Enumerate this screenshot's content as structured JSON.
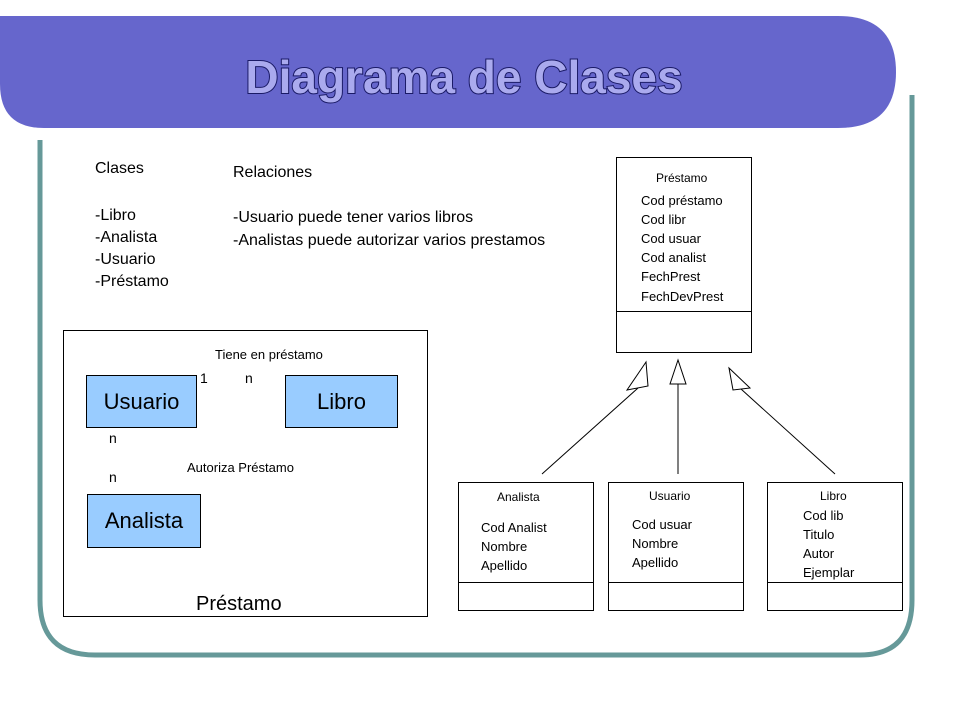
{
  "slide": {
    "title": "Diagrama de Clases",
    "colors": {
      "banner": "#6666cc",
      "frame": "#669999",
      "title_fill": "#aaaaee",
      "class_fill": "#99ccff"
    }
  },
  "clases": {
    "heading": "Clases",
    "items": [
      "-Libro",
      "-Analista",
      "-Usuario",
      "-Préstamo"
    ]
  },
  "relaciones": {
    "heading": "Relaciones",
    "items": [
      "-Usuario puede tener varios libros",
      "-Analistas puede autorizar varios prestamos"
    ]
  },
  "package": {
    "label": "Préstamo",
    "assoc_label": "Tiene en préstamo",
    "mult_left": "1",
    "mult_right": "n",
    "usuario": "Usuario",
    "libro": "Libro",
    "analista": "Analista",
    "mult_top": "n",
    "mult_bottom": "n",
    "autoriza_label": "Autoriza Préstamo"
  },
  "prestamo_class": {
    "name": "Préstamo",
    "attributes": [
      "Cod préstamo",
      "Cod libr",
      "Cod usuar",
      "Cod analist",
      "FechPrest",
      "FechDevPrest"
    ]
  },
  "subclasses": [
    {
      "name": "Analista",
      "attributes": [
        "Cod Analist",
        "Nombre",
        "Apellido"
      ]
    },
    {
      "name": "Usuario",
      "attributes": [
        "Cod usuar",
        "Nombre",
        "Apellido"
      ]
    },
    {
      "name": "Libro",
      "attributes": [
        "Cod lib",
        "Titulo",
        "Autor",
        "Ejemplar"
      ]
    }
  ]
}
